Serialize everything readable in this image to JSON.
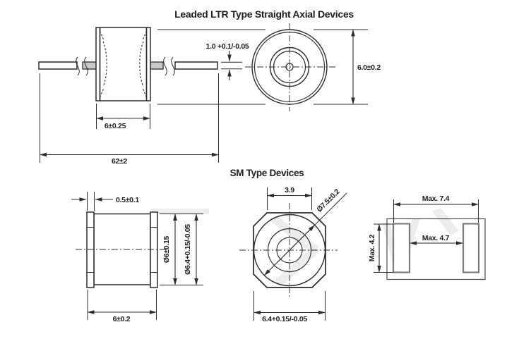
{
  "palette": {
    "line": "#2b2b2b",
    "lead_fill": "#c9c9c9",
    "pad_outline": "#7a7a7a",
    "background": "#ffffff",
    "watermark": "#dcdcdc"
  },
  "leaded": {
    "title": "Leaded LTR Type Straight Axial Devices",
    "lead_diameter": "1.0 +0.1/-0.05",
    "body_length": "6±0.25",
    "overall_length": "62±2",
    "body_diameter": "6.0±0.2"
  },
  "sm": {
    "title": "SM Type Devices",
    "termination_width": "0.5±0.1",
    "body_length": "6±0.2",
    "body_diameter": "Ø6±0.15",
    "termination_diameter": "Ø6.4+0.15/-0.05",
    "top_flat_width": "3.9",
    "corner_diameter": "Ø7.5±0.2",
    "across_flats": "6.4+0.15/-0.05",
    "footprint_overall": "Max. 7.4",
    "footprint_gap": "Max. 4.7",
    "footprint_height": "Max. 4.2"
  }
}
